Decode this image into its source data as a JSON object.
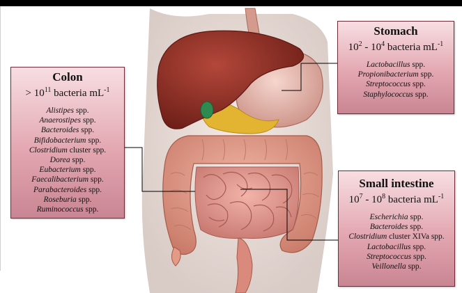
{
  "stomach": {
    "title": "Stomach",
    "conc_pre": "10",
    "conc_sup1": "2",
    "conc_mid": " - 10",
    "conc_sup2": "4",
    "conc_post": " bacteria mL",
    "conc_unit_sup": "-1",
    "bacteria": [
      {
        "genus": "Lactobacillus",
        "suffix": " spp."
      },
      {
        "genus": "Propionibacterium",
        "suffix": " spp."
      },
      {
        "genus": "Streptococcus",
        "suffix": " spp."
      },
      {
        "genus": "Staphylococcus",
        "suffix": " spp."
      }
    ]
  },
  "colon": {
    "title": "Colon",
    "conc_pre": "> 10",
    "conc_sup1": "11",
    "conc_post": " bacteria mL",
    "conc_unit_sup": "-1",
    "bacteria": [
      {
        "genus": "Alistipes",
        "suffix": " spp."
      },
      {
        "genus": "Anaerostipes",
        "suffix": " spp."
      },
      {
        "genus": "Bacteroides",
        "suffix": " spp."
      },
      {
        "genus": "Bifidobacterium",
        "suffix": " spp."
      },
      {
        "genus": "Clostridium",
        "suffix": " cluster spp."
      },
      {
        "genus": "Dorea",
        "suffix": " spp."
      },
      {
        "genus": "Eubacterium",
        "suffix": " spp."
      },
      {
        "genus": "Faecalibacterium",
        "suffix": " spp."
      },
      {
        "genus": "Parabacteroides",
        "suffix": " spp."
      },
      {
        "genus": "Roseburia",
        "suffix": " spp."
      },
      {
        "genus": "Ruminococcus",
        "suffix": " spp."
      }
    ]
  },
  "small_intestine": {
    "title": "Small intestine",
    "conc_pre": "10",
    "conc_sup1": "7",
    "conc_mid": " - 10",
    "conc_sup2": "8",
    "conc_post": " bacteria mL",
    "conc_unit_sup": "-1",
    "bacteria": [
      {
        "genus": "Escherichia",
        "suffix": " spp."
      },
      {
        "genus": "Bacteroides",
        "suffix": " spp."
      },
      {
        "genus": "Clostridium",
        "suffix": " cluster XIVa spp."
      },
      {
        "genus": "Lactobacillus",
        "suffix": " spp."
      },
      {
        "genus": "Streptococcus",
        "suffix": " spp."
      },
      {
        "genus": "Veillonella",
        "suffix": " spp."
      }
    ]
  },
  "colors": {
    "box_border": "#6e2b3a",
    "box_fill": "#e3a7b1",
    "liver": "#8c2f25",
    "intestine": "#e39a86",
    "stomach": "#e8b9ae",
    "pancreas": "#e2b431"
  }
}
